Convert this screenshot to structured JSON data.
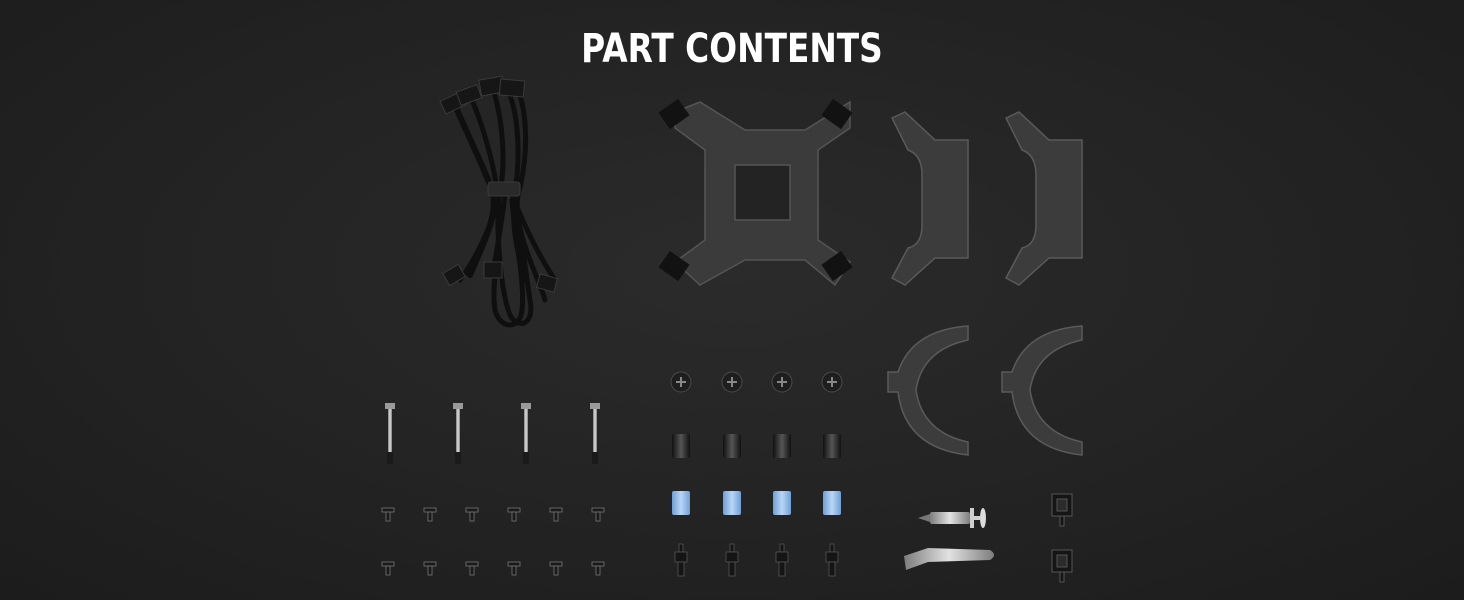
{
  "title": "PART CONTENTS",
  "colors": {
    "background": "#232323",
    "title": "#ffffff",
    "part_dark": "#3a3a3a",
    "part_outline": "#5a5a5a",
    "metal": "#b9b9b9",
    "blue_spacer": "#8fb8e6"
  },
  "parts": [
    {
      "name": "fan-argb-cable-bundle"
    },
    {
      "name": "intel-backplate"
    },
    {
      "name": "intel-mounting-bracket",
      "count": 2
    },
    {
      "name": "amd-mounting-bracket",
      "count": 2
    },
    {
      "name": "long-screw",
      "count": 4
    },
    {
      "name": "small-screw",
      "count": 12
    },
    {
      "name": "thumb-nut",
      "count": 4
    },
    {
      "name": "black-spacer",
      "count": 4
    },
    {
      "name": "blue-spacer",
      "count": 4
    },
    {
      "name": "standoff",
      "count": 4
    },
    {
      "name": "thermal-paste-syringe"
    },
    {
      "name": "spatula"
    },
    {
      "name": "clip",
      "count": 2
    }
  ]
}
